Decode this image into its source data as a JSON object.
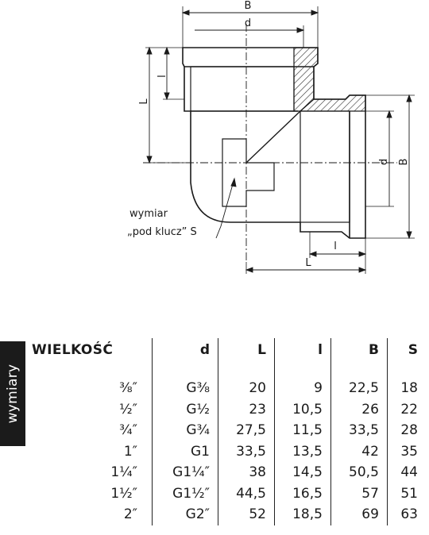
{
  "drawing": {
    "labels": {
      "B_top": "B",
      "d_top": "d",
      "l_left": "l",
      "L_left": "L",
      "d_right": "d",
      "B_right": "B",
      "l_bottom": "l",
      "L_bottom": "L",
      "note_line1": "wymiar",
      "note_line2": "„pod klucz” S"
    }
  },
  "side_tab": {
    "label": "wymiary"
  },
  "table": {
    "headers": [
      "WIELKOŚĆ",
      "d",
      "L",
      "l",
      "B",
      "S"
    ],
    "rows": [
      [
        "⅜″",
        "G⅜",
        "20",
        "9",
        "22,5",
        "18"
      ],
      [
        "½″",
        "G½",
        "23",
        "10,5",
        "26",
        "22"
      ],
      [
        "¾″",
        "G¾",
        "27,5",
        "11,5",
        "33,5",
        "28"
      ],
      [
        "1″",
        "G1",
        "33,5",
        "13,5",
        "42",
        "35"
      ],
      [
        "1¼″",
        "G1¼″",
        "38",
        "14,5",
        "50,5",
        "44"
      ],
      [
        "1½″",
        "G1½″",
        "44,5",
        "16,5",
        "57",
        "51"
      ],
      [
        "2″",
        "G2″",
        "52",
        "18,5",
        "69",
        "63"
      ]
    ]
  }
}
